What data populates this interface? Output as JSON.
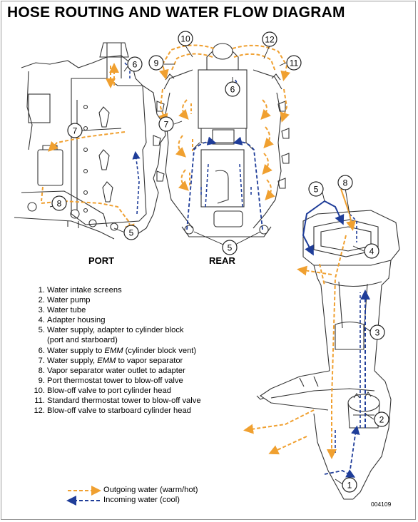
{
  "title": "HOSE ROUTING AND WATER FLOW DIAGRAM",
  "views": {
    "port": "PORT",
    "rear": "REAR"
  },
  "legend": [
    {
      "num": "1.",
      "text": "Water intake screens"
    },
    {
      "num": "2.",
      "text": "Water pump"
    },
    {
      "num": "3.",
      "text": "Water tube"
    },
    {
      "num": "4.",
      "text": "Adapter housing"
    },
    {
      "num": "5.",
      "text": "Water supply, adapter to cylinder block",
      "cont": "(port and starboard)"
    },
    {
      "num": "6.",
      "text_pre": "Water supply to ",
      "text_em": "EMM",
      "text_post": " (cylinder block vent)"
    },
    {
      "num": "7.",
      "text_pre": "Water supply, ",
      "text_em": "EMM",
      "text_post": " to vapor separator"
    },
    {
      "num": "8.",
      "text": "Vapor separator water outlet to adapter"
    },
    {
      "num": "9.",
      "text": "Port thermostat tower to blow-off valve"
    },
    {
      "num": "10.",
      "text": "Blow-off valve to port cylinder head"
    },
    {
      "num": "11.",
      "text": "Standard thermostat tower to blow-off valve"
    },
    {
      "num": "12.",
      "text": "Blow-off valve to starboard cylinder head"
    }
  ],
  "callouts": {
    "c1": "1",
    "c2": "2",
    "c3": "3",
    "c4": "4",
    "c5": "5",
    "c6": "6",
    "c7": "7",
    "c8": "8",
    "c9": "9",
    "c10": "10",
    "c11": "11",
    "c12": "12"
  },
  "flow_key": {
    "outgoing": "Outgoing water (warm/hot)",
    "incoming": "Incoming water (cool)"
  },
  "figure_id": "004109",
  "colors": {
    "outgoing": "#f0a030",
    "incoming": "#1f3d99",
    "line_art": "#333333"
  }
}
